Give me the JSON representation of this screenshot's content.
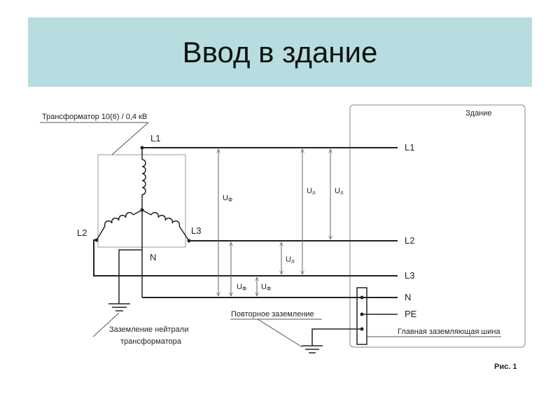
{
  "slide": {
    "title": "Ввод в здание"
  },
  "labels": {
    "transformer": "Трансформатор 10(6) / 0,4 кВ",
    "building": "Здание",
    "l1_left": "L1",
    "l2_left": "L2",
    "l3_left": "L3",
    "n_left": "N",
    "l1_right": "L1",
    "l2_right": "L2",
    "l3_right": "L3",
    "n_right": "N",
    "pe_right": "PE",
    "u_phase": "U",
    "u_phase_sub": "Ф",
    "u_line": "U",
    "u_line_sub": "л",
    "repeat_ground": "Повторное заземление",
    "neutral_ground_1": "Заземление нейтрали",
    "neutral_ground_2": "трансформатора",
    "main_bus": "Главная заземляющая шина",
    "figure": "Рис. 1"
  },
  "colors": {
    "title_band": "#b7dde0",
    "line": "#222222",
    "thin": "#888888"
  }
}
